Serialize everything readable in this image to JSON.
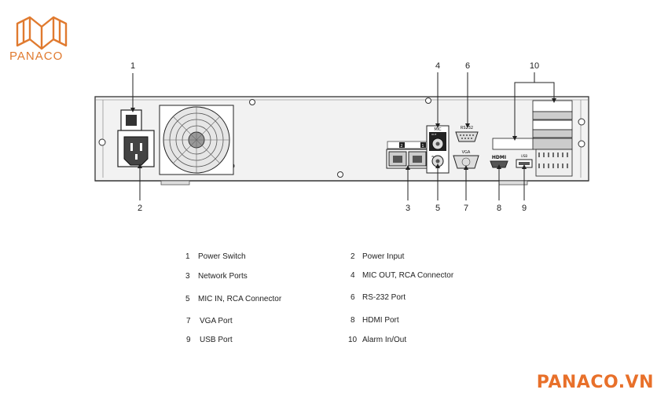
{
  "logo": {
    "text": "PANACO",
    "color": "#e07a2f"
  },
  "brand_footer": {
    "text": "PANACO.VN",
    "color": "#e8702a"
  },
  "callouts": [
    "1",
    "2",
    "3",
    "4",
    "5",
    "6",
    "7",
    "8",
    "9",
    "10"
  ],
  "panel_labels": {
    "mic": "MIC",
    "out": "OUT",
    "in": "IN",
    "rs232": "RS232",
    "vga": "VGA",
    "hdmi": "HDMI",
    "usb": "USB",
    "net1": "1",
    "net2": "2"
  },
  "legend": [
    {
      "num": "1",
      "label": "Power Switch"
    },
    {
      "num": "2",
      "label": "Power Input"
    },
    {
      "num": "3",
      "label": "Network Ports"
    },
    {
      "num": "4",
      "label": "MIC OUT, RCA Connector"
    },
    {
      "num": "5",
      "label": "MIC IN, RCA Connector"
    },
    {
      "num": "6",
      "label": "RS-232 Port"
    },
    {
      "num": "7",
      "label": "VGA Port"
    },
    {
      "num": "8",
      "label": "HDMI Port"
    },
    {
      "num": "9",
      "label": "USB Port"
    },
    {
      "num": "10",
      "label": "Alarm In/Out"
    }
  ]
}
